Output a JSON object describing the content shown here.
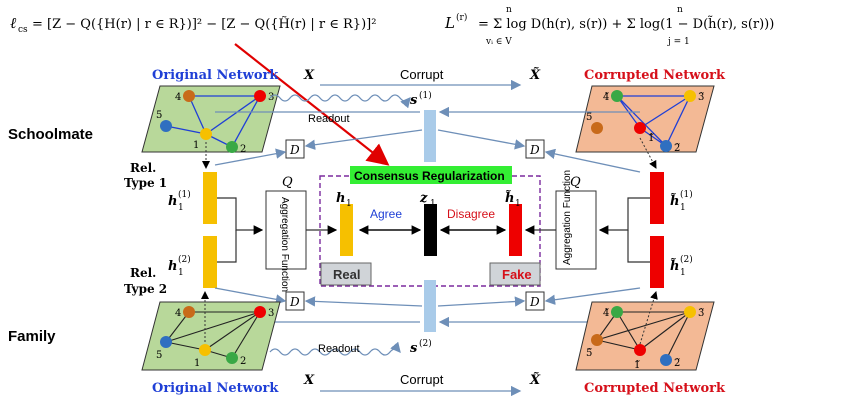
{
  "equations": {
    "cs_lhs": "ℓ",
    "cs_lhs_sub": "cs",
    "cs_rhs": "= [Z − Q({H(r) | r ∈ R})]² − [Z − Q({H̃(r) | r ∈ R})]²",
    "loss_lhs": "L",
    "loss_lhs_sup": "(r)",
    "loss_rhs": "= Σ log D(h(r), s(r)) + Σ log(1 − D(h̃(r), s(r)))",
    "sum1_top": "n",
    "sum1_bottom": "vᵢ ∈ V",
    "sum2_top": "n",
    "sum2_bottom": "j = 1"
  },
  "top_row": {
    "x_label": "X",
    "corrupt_label": "Corrupt",
    "xt_label": "X̃",
    "original_title": "Original Network",
    "corrupted_title": "Corrupted Network",
    "readout_label": "Readout",
    "summary_label": "s",
    "summary_sup": "(1)"
  },
  "bottom_row": {
    "x_label": "X",
    "corrupt_label": "Corrupt",
    "xt_label": "X̃",
    "original_title": "Original Network",
    "corrupted_title": "Corrupted Network",
    "readout_label": "Readout",
    "summary_label": "s",
    "summary_sup": "(2)"
  },
  "relations": {
    "schoolmate": "Schoolmate",
    "family": "Family",
    "rel1_line1": "Rel.",
    "rel1_line2": "Type 1",
    "rel2_line1": "Rel.",
    "rel2_line2": "Type 2"
  },
  "middle": {
    "h1": "h",
    "h1_sup": "(1)",
    "h1_sub": "1",
    "h2": "h",
    "h2_sup": "(2)",
    "h2_sub": "1",
    "ht1": "h̃",
    "ht1_sup": "(1)",
    "ht1_sub": "1",
    "ht2": "h̃",
    "ht2_sup": "(2)",
    "ht2_sub": "1",
    "q_left": "Q",
    "q_right": "Q",
    "agg_left": "Aggregation Function",
    "agg_right": "Aggregation Function",
    "consensus": "Consensus Regularization",
    "h_real": "h",
    "h_real_sub": "1",
    "z": "z",
    "z_sub": "1",
    "h_fake": "h̃",
    "h_fake_sub": "1",
    "agree": "Agree",
    "disagree": "Disagree",
    "real": "Real",
    "fake": "Fake",
    "d": "D"
  },
  "nodes_top_orig": [
    "4",
    "3",
    "5",
    "1",
    "2"
  ],
  "nodes_top_corr": [
    "4̃",
    "3̃",
    "5̃",
    "1̃",
    "2̃"
  ],
  "nodes_bot_orig": [
    "4",
    "3",
    "5",
    "1",
    "2"
  ],
  "nodes_bot_corr": [
    "4̃",
    "3̃",
    "5̃",
    "1̃",
    "2̃"
  ],
  "colors": {
    "blue_title": "#1f3fd6",
    "red_title": "#d6101a",
    "orig_fill": "#b8d89a",
    "corr_fill": "#f3b995",
    "yellow": "#f6c000",
    "red": "#ee0000",
    "summary_blue": "#a9cbe9",
    "green_band": "#33ee33",
    "purple_dash": "#7b2a9e",
    "arrow_blue": "#6e8fb8"
  }
}
